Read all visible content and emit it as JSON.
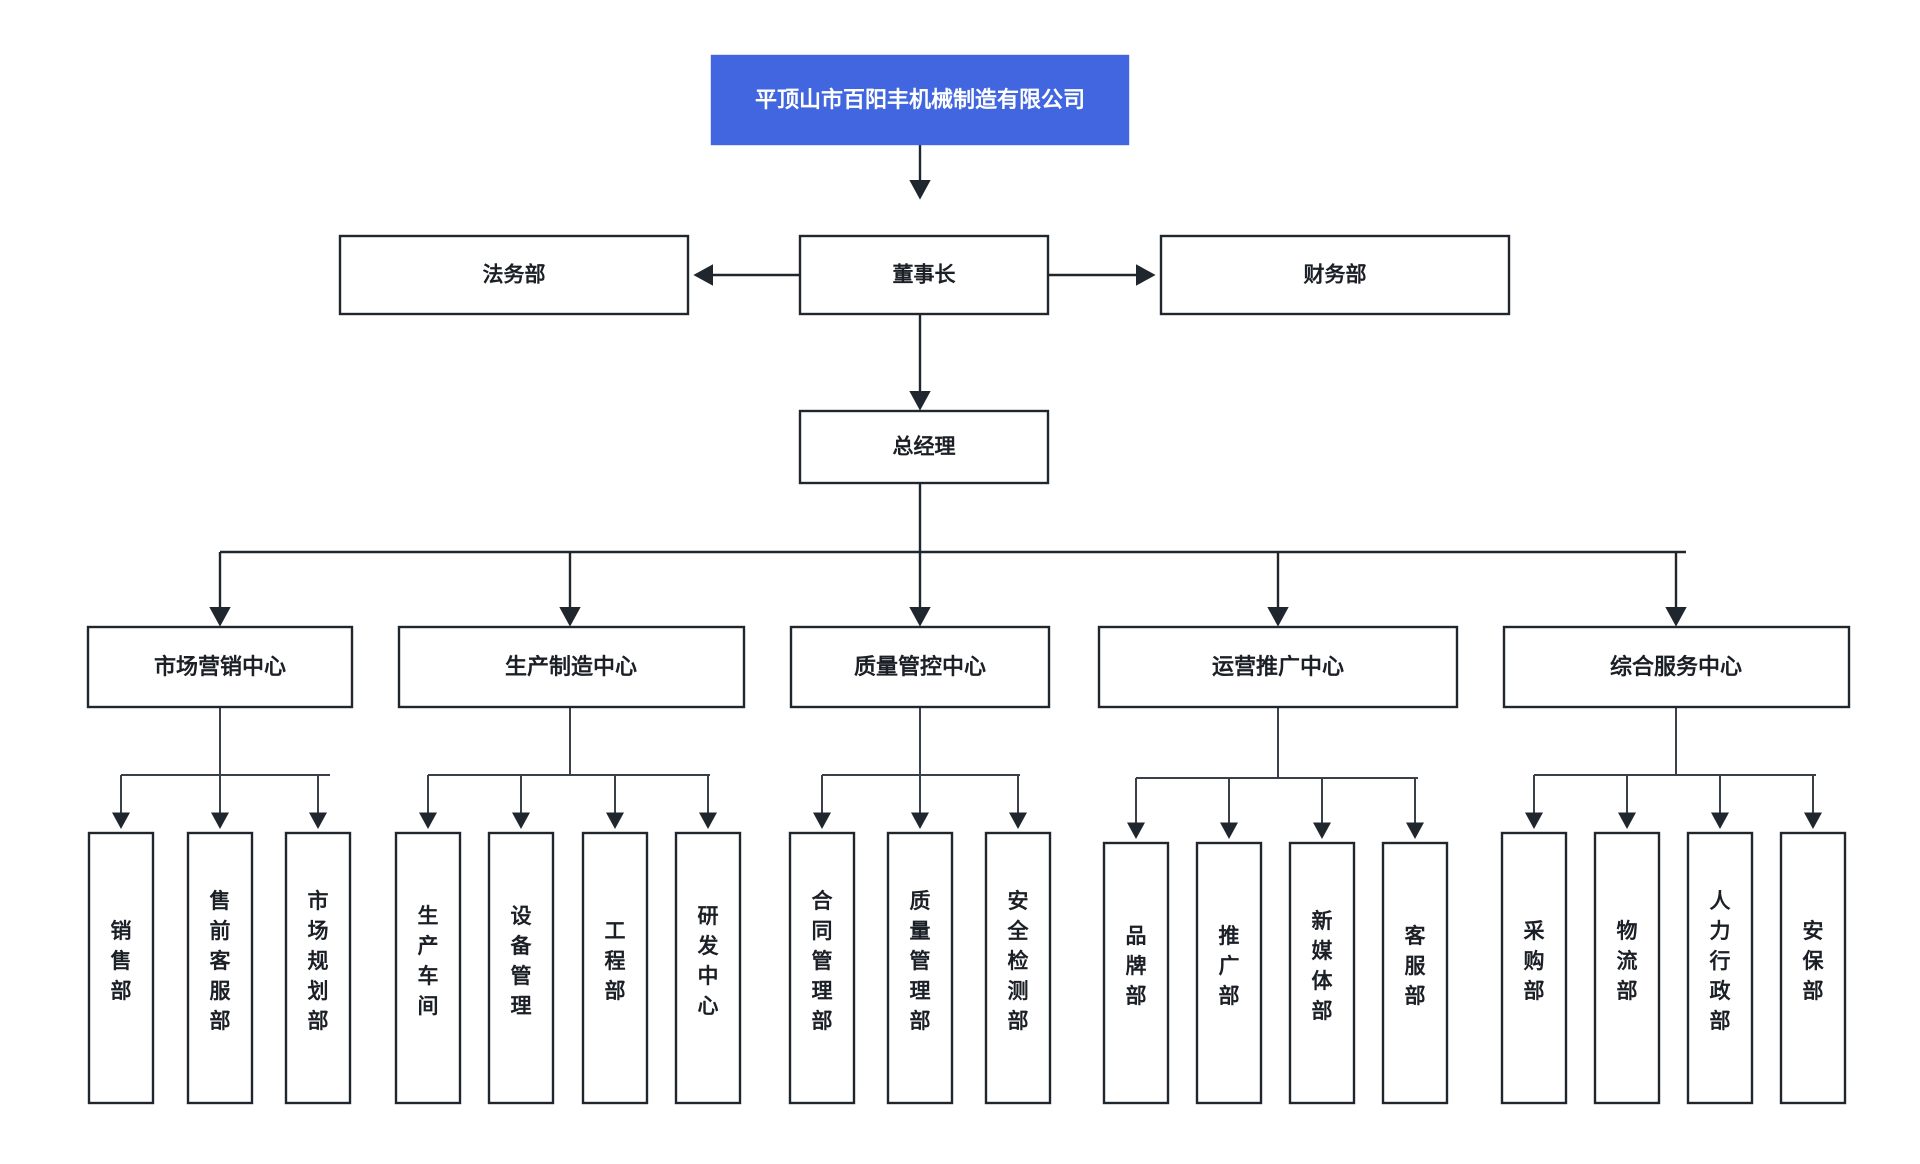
{
  "diagram": {
    "title": "平顶山市百阳丰机械制造有限公司",
    "type": "organizational-chart",
    "accent_color": "#4166E0",
    "line_color": "#20262e",
    "background_color": "#ffffff",
    "root": {
      "label": "平顶山市百阳丰机械制造有限公司"
    },
    "level2": {
      "left": {
        "label": "法务部"
      },
      "center": {
        "label": "董事长"
      },
      "right": {
        "label": "财务部"
      }
    },
    "level3": {
      "center": {
        "label": "总经理"
      }
    },
    "centers": [
      {
        "label": "市场营销中心",
        "children": [
          {
            "label": "销售部"
          },
          {
            "label": "售前客服部"
          },
          {
            "label": "市场规划部"
          }
        ]
      },
      {
        "label": "生产制造中心",
        "children": [
          {
            "label": "生产车间"
          },
          {
            "label": "设备管理"
          },
          {
            "label": "工程部"
          },
          {
            "label": "研发中心"
          }
        ]
      },
      {
        "label": "质量管控中心",
        "children": [
          {
            "label": "合同管理部"
          },
          {
            "label": "质量管理部"
          },
          {
            "label": "安全检测部"
          }
        ]
      },
      {
        "label": "运营推广中心",
        "children": [
          {
            "label": "品牌部"
          },
          {
            "label": "推广部"
          },
          {
            "label": "新媒体部"
          },
          {
            "label": "客服部"
          }
        ]
      },
      {
        "label": "综合服务中心",
        "children": [
          {
            "label": "采购部"
          },
          {
            "label": "物流部"
          },
          {
            "label": "人力行政部"
          },
          {
            "label": "安保部"
          }
        ]
      }
    ]
  }
}
